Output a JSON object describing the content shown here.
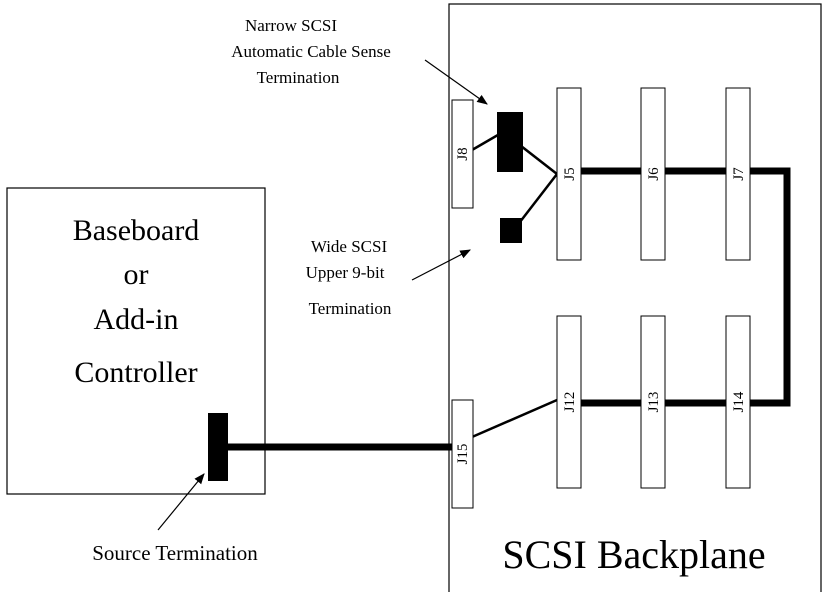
{
  "controller": {
    "lines": [
      "Baseboard",
      "or",
      "Add-in",
      "Controller"
    ]
  },
  "backplane": {
    "title": "SCSI Backplane"
  },
  "connectors": {
    "j8": "J8",
    "j5": "J5",
    "j6": "J6",
    "j7": "J7",
    "j12": "J12",
    "j13": "J13",
    "j14": "J14",
    "j15": "J15"
  },
  "labels": {
    "narrow": [
      "Narrow SCSI",
      "Automatic Cable Sense",
      "Termination"
    ],
    "wide": [
      "Wide SCSI",
      "Upper 9-bit",
      "Termination"
    ],
    "source": "Source Termination"
  }
}
